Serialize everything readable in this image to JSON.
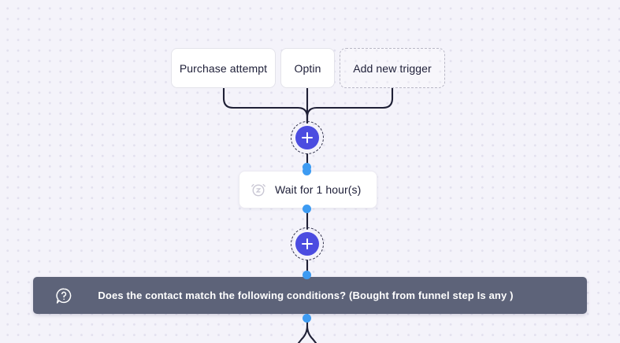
{
  "canvas": {
    "background_color": "#f4f3fa",
    "dot_grid_color": "#e2e0ee"
  },
  "colors": {
    "accent_plus": "#4b4ce0",
    "connector_dot": "#3d9bf2",
    "connector_line": "#1f2036",
    "condition_bar": "#5d6379",
    "node_border": "#e3e3ea",
    "dashed_border": "#b9b8c6",
    "text_primary": "#20213a",
    "text_on_dark": "#ffffff"
  },
  "triggers": [
    {
      "id": "purchase-attempt",
      "label": "Purchase attempt",
      "style": "solid"
    },
    {
      "id": "optin",
      "label": "Optin",
      "style": "solid"
    },
    {
      "id": "add-new-trigger",
      "label": "Add new trigger",
      "style": "dashed"
    }
  ],
  "plus_buttons": [
    {
      "id": "plus-top",
      "label": "+",
      "icon": "plus-icon"
    },
    {
      "id": "plus-middle",
      "label": "+",
      "icon": "plus-icon"
    }
  ],
  "wait_step": {
    "label": "Wait for 1 hour(s)",
    "icon": "snooze-clock-icon"
  },
  "condition_step": {
    "text": "Does the contact match the following conditions? (Bought from funnel step Is any )",
    "icon": "question-bubble-icon"
  }
}
